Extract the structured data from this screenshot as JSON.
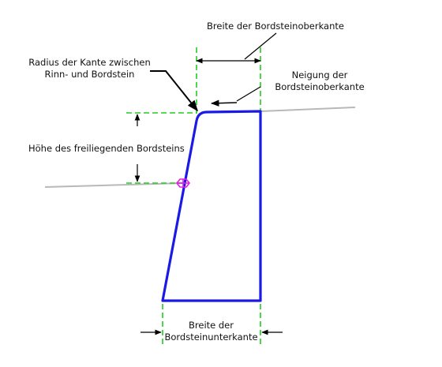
{
  "labels": {
    "top_width": "Breite der Bordsteinoberkante",
    "radius_line1": "Radius der Kante zwischen",
    "radius_line2": "Rinn- und Bordstein",
    "slope_line1": "Neigung der",
    "slope_line2": "Bordsteinoberkante",
    "height": "Höhe des freiliegenden Bordsteins",
    "bottom_width_line1": "Breite der",
    "bottom_width_line2": "Bordsteinunterkante"
  },
  "colors": {
    "curb_outline": "#1a1ae6",
    "dimension_guides": "#22cc22",
    "ground_line": "#b8b8b8",
    "marker": "#e020e0",
    "arrows": "#000000"
  }
}
